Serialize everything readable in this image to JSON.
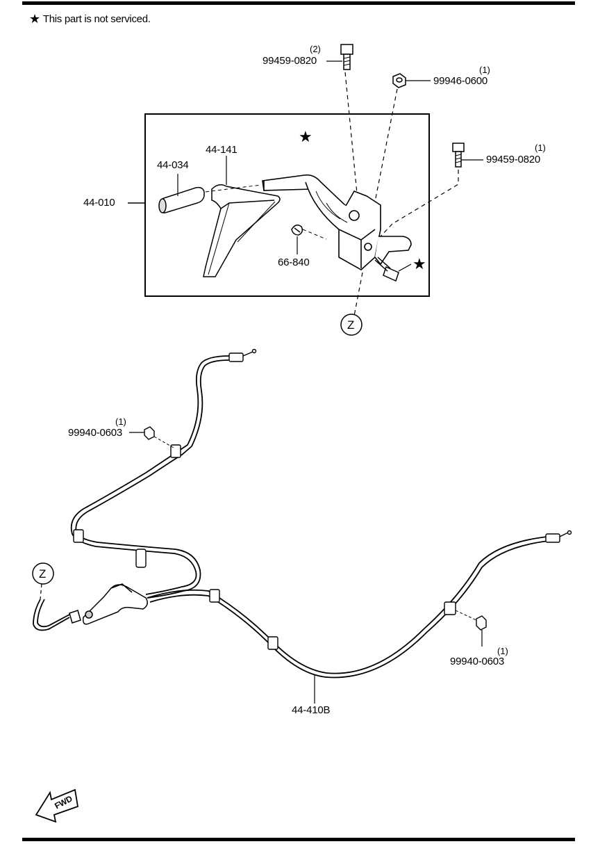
{
  "note": {
    "symbol": "★",
    "text": "This part is not serviced."
  },
  "callouts": {
    "bolt_top_qty": "(2)",
    "bolt_top_part": "99459-0820",
    "nut_top_qty": "(1)",
    "nut_top_part": "99946-0600",
    "bolt_right_qty": "(1)",
    "bolt_right_part": "99459-0820",
    "grip_part": "44-034",
    "cover_part": "44-141",
    "lever_assy_part": "44-010",
    "clip_part": "66-840",
    "nut_left_qty": "(1)",
    "nut_left_part": "99940-0603",
    "nut_right_qty": "(1)",
    "nut_right_part": "99940-0603",
    "cable_part": "44-410B"
  },
  "detail_markers": {
    "top": "Z",
    "bottom": "Z"
  },
  "stars": {
    "lever": "★",
    "bolt": "★"
  },
  "fwd_arrow": {
    "text": "FWD"
  }
}
